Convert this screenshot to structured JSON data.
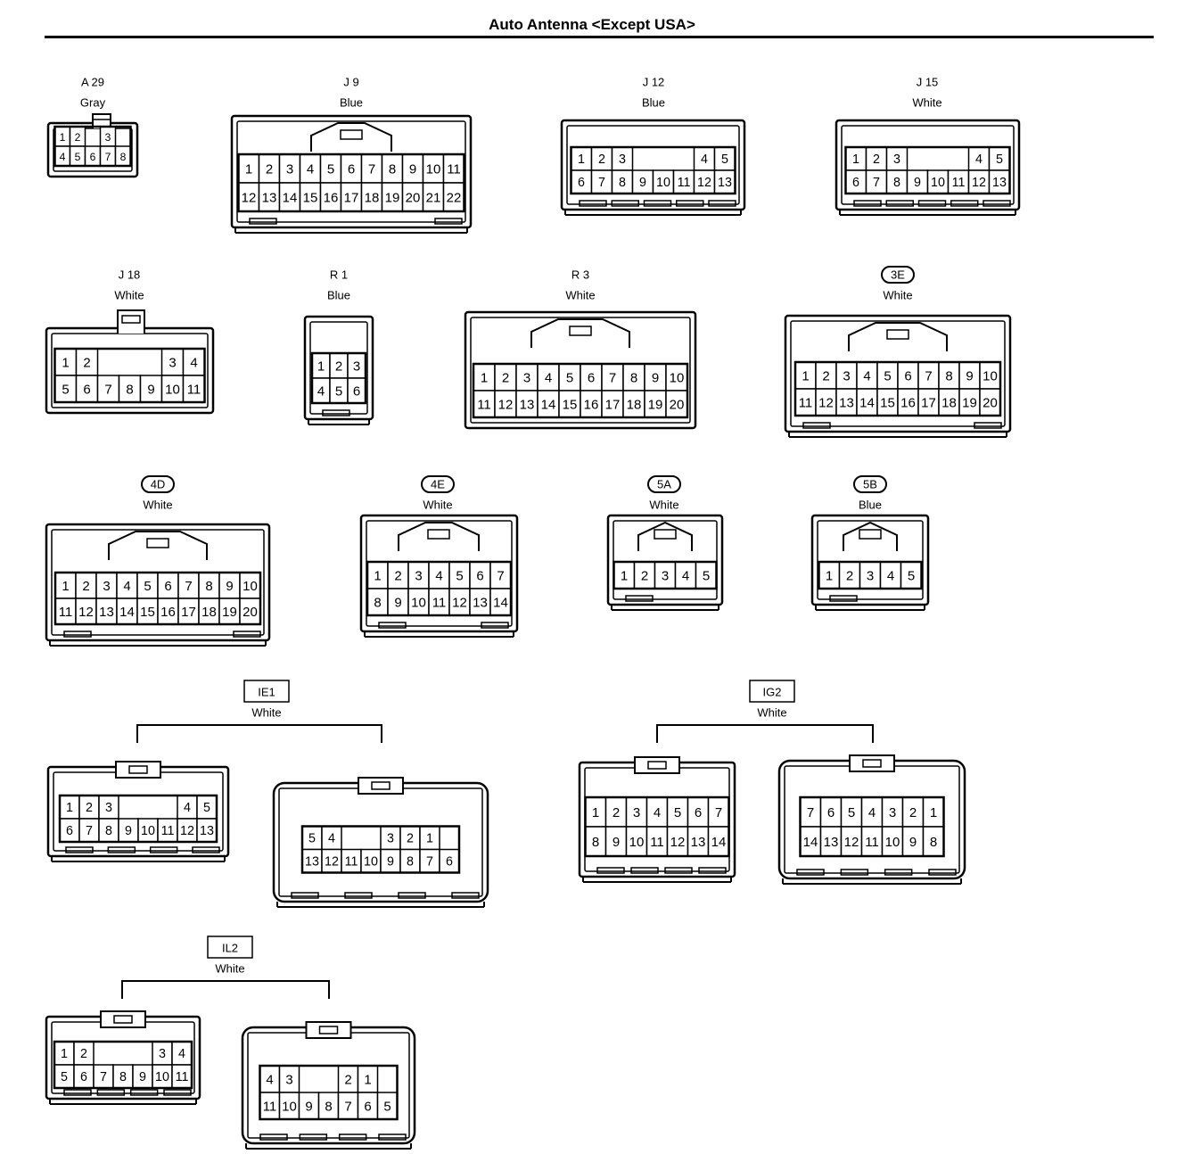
{
  "title": "Auto Antenna <Except USA>",
  "connectors": [
    {
      "id": "a29",
      "code": "A 29",
      "color": "Gray",
      "badge": "none",
      "rows": [
        [
          "1",
          "2",
          "",
          "3"
        ],
        [
          "4",
          "5",
          "6",
          "7",
          "8"
        ]
      ]
    },
    {
      "id": "j9",
      "code": "J 9",
      "color": "Blue",
      "badge": "none",
      "rows": [
        [
          "1",
          "2",
          "3",
          "4",
          "5",
          "6",
          "7",
          "8",
          "9",
          "10",
          "11"
        ],
        [
          "12",
          "13",
          "14",
          "15",
          "16",
          "17",
          "18",
          "19",
          "20",
          "21",
          "22"
        ]
      ]
    },
    {
      "id": "j12",
      "code": "J 12",
      "color": "Blue",
      "badge": "none",
      "rows": [
        [
          "1",
          "2",
          "3",
          "",
          "",
          "",
          "4",
          "5"
        ],
        [
          "6",
          "7",
          "8",
          "9",
          "10",
          "11",
          "12",
          "13"
        ]
      ]
    },
    {
      "id": "j15",
      "code": "J 15",
      "color": "White",
      "badge": "none",
      "rows": [
        [
          "1",
          "2",
          "3",
          "",
          "",
          "",
          "4",
          "5"
        ],
        [
          "6",
          "7",
          "8",
          "9",
          "10",
          "11",
          "12",
          "13"
        ]
      ]
    },
    {
      "id": "j18",
      "code": "J 18",
      "color": "White",
      "badge": "none",
      "rows": [
        [
          "1",
          "2",
          "",
          "",
          "",
          "3",
          "4"
        ],
        [
          "5",
          "6",
          "7",
          "8",
          "9",
          "10",
          "11"
        ]
      ]
    },
    {
      "id": "r1",
      "code": "R 1",
      "color": "Blue",
      "badge": "none",
      "rows": [
        [
          "1",
          "2",
          "3"
        ],
        [
          "4",
          "5",
          "6"
        ]
      ]
    },
    {
      "id": "r3",
      "code": "R 3",
      "color": "White",
      "badge": "none",
      "rows": [
        [
          "1",
          "2",
          "3",
          "4",
          "5",
          "6",
          "7",
          "8",
          "9",
          "10"
        ],
        [
          "11",
          "12",
          "13",
          "14",
          "15",
          "16",
          "17",
          "18",
          "19",
          "20"
        ]
      ]
    },
    {
      "id": "3e",
      "code": "3E",
      "color": "White",
      "badge": "oval",
      "rows": [
        [
          "1",
          "2",
          "3",
          "4",
          "5",
          "6",
          "7",
          "8",
          "9",
          "10"
        ],
        [
          "11",
          "12",
          "13",
          "14",
          "15",
          "16",
          "17",
          "18",
          "19",
          "20"
        ]
      ]
    },
    {
      "id": "4d",
      "code": "4D",
      "color": "White",
      "badge": "oval",
      "rows": [
        [
          "1",
          "2",
          "3",
          "4",
          "5",
          "6",
          "7",
          "8",
          "9",
          "10"
        ],
        [
          "11",
          "12",
          "13",
          "14",
          "15",
          "16",
          "17",
          "18",
          "19",
          "20"
        ]
      ]
    },
    {
      "id": "4e",
      "code": "4E",
      "color": "White",
      "badge": "oval",
      "rows": [
        [
          "1",
          "2",
          "3",
          "4",
          "5",
          "6",
          "7"
        ],
        [
          "8",
          "9",
          "10",
          "11",
          "12",
          "13",
          "14"
        ]
      ]
    },
    {
      "id": "5a",
      "code": "5A",
      "color": "White",
      "badge": "oval",
      "rows": [
        [
          "1",
          "2",
          "3",
          "4",
          "5"
        ]
      ]
    },
    {
      "id": "5b",
      "code": "5B",
      "color": "Blue",
      "badge": "oval",
      "rows": [
        [
          "1",
          "2",
          "3",
          "4",
          "5"
        ]
      ]
    }
  ],
  "pairs": [
    {
      "id": "ie1",
      "code": "IE1",
      "color": "White",
      "badge": "box",
      "left": {
        "rows": [
          [
            "1",
            "2",
            "3",
            "",
            "",
            "",
            "4",
            "5"
          ],
          [
            "6",
            "7",
            "8",
            "9",
            "10",
            "11",
            "12",
            "13"
          ]
        ]
      },
      "right": {
        "rows": [
          [
            "5",
            "4",
            "",
            "",
            "3",
            "2",
            "1"
          ],
          [
            "13",
            "12",
            "11",
            "10",
            "9",
            "8",
            "7",
            "6"
          ]
        ]
      }
    },
    {
      "id": "ig2",
      "code": "IG2",
      "color": "White",
      "badge": "box",
      "left": {
        "rows": [
          [
            "1",
            "2",
            "3",
            "4",
            "5",
            "6",
            "7"
          ],
          [
            "8",
            "9",
            "10",
            "11",
            "12",
            "13",
            "14"
          ]
        ]
      },
      "right": {
        "rows": [
          [
            "7",
            "6",
            "5",
            "4",
            "3",
            "2",
            "1"
          ],
          [
            "14",
            "13",
            "12",
            "11",
            "10",
            "9",
            "8"
          ]
        ]
      }
    },
    {
      "id": "il2",
      "code": "IL2",
      "color": "White",
      "badge": "box",
      "left": {
        "rows": [
          [
            "1",
            "2",
            "",
            "",
            "",
            "3",
            "4"
          ],
          [
            "5",
            "6",
            "7",
            "8",
            "9",
            "10",
            "11"
          ]
        ]
      },
      "right": {
        "rows": [
          [
            "4",
            "3",
            "",
            "",
            "2",
            "1"
          ],
          [
            "11",
            "10",
            "9",
            "8",
            "7",
            "6",
            "5"
          ]
        ]
      }
    }
  ]
}
